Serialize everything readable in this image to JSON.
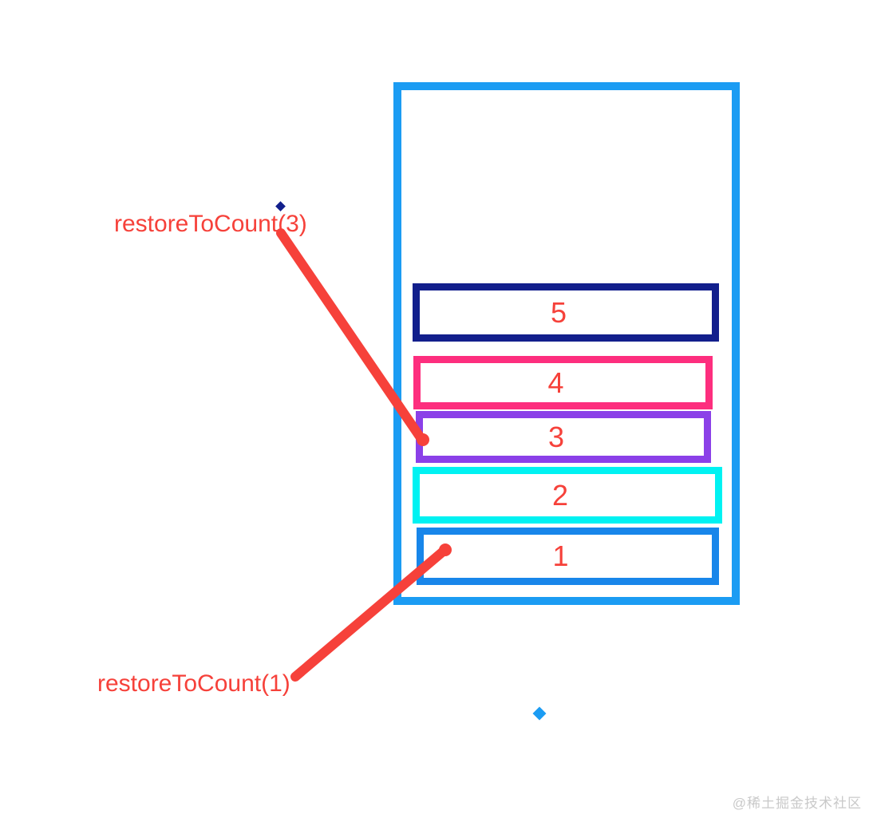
{
  "diagram": {
    "type": "stack-diagram",
    "annotations": [
      {
        "label": "restoreToCount(3)",
        "target_item": "3"
      },
      {
        "label": "restoreToCount(1)",
        "target_item": "1"
      }
    ],
    "colors": {
      "container_blue": "#1b9cf3",
      "annotation_red": "#f6413a",
      "dot_navy": "#121f8c",
      "dot_blue": "#1b9cf3",
      "watermark_gray": "#c9c9c9"
    }
  },
  "stack": {
    "items": [
      {
        "value": "5",
        "border_color": "#121f8c"
      },
      {
        "value": "4",
        "border_color": "#fd2e7e"
      },
      {
        "value": "3",
        "border_color": "#8b40e8"
      },
      {
        "value": "2",
        "border_color": "#00f2f2"
      },
      {
        "value": "1",
        "border_color": "#1886ea"
      }
    ]
  },
  "watermark": {
    "text": "@稀土掘金技术社区"
  }
}
